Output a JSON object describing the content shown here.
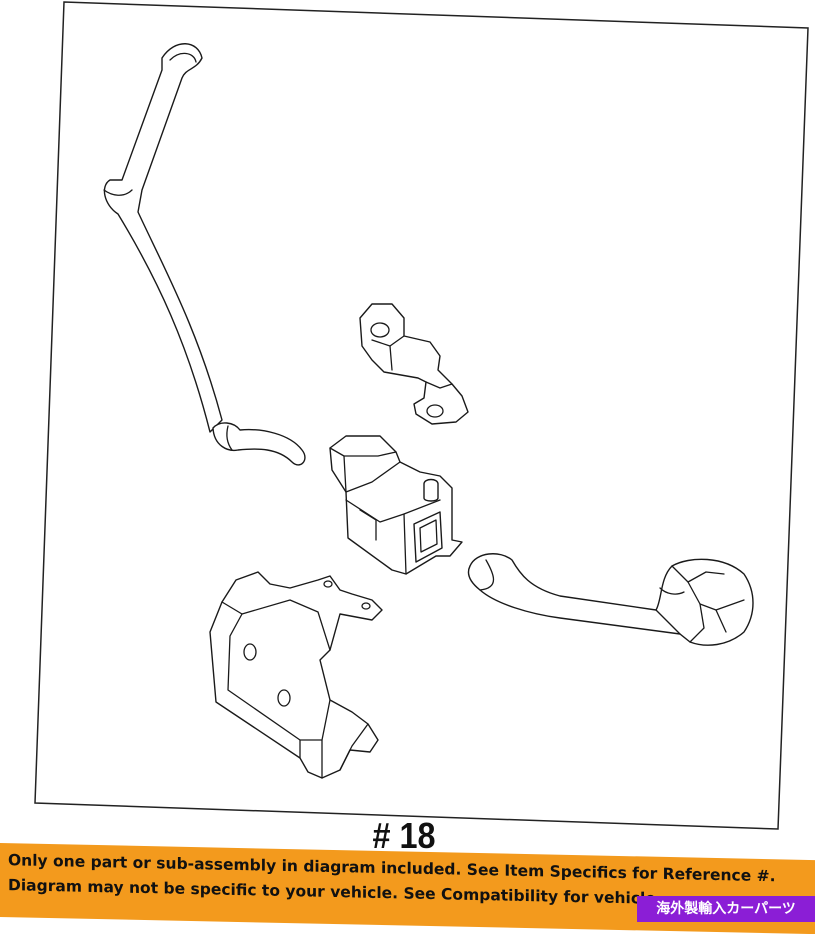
{
  "diagram": {
    "part_number": "# 18"
  },
  "notice": {
    "line1": "Only one part or sub-assembly in diagram included. See Item Specifics for Reference #.",
    "line2": "Diagram may not be specific to your vehicle. See Compatibility for vehicle"
  },
  "shop_tag": {
    "label": "海外製輸入カーパーツ"
  },
  "colors": {
    "banner": "#f39a1d",
    "shop_tag": "#8b1ed6",
    "line_art": "#1a1a1a"
  }
}
